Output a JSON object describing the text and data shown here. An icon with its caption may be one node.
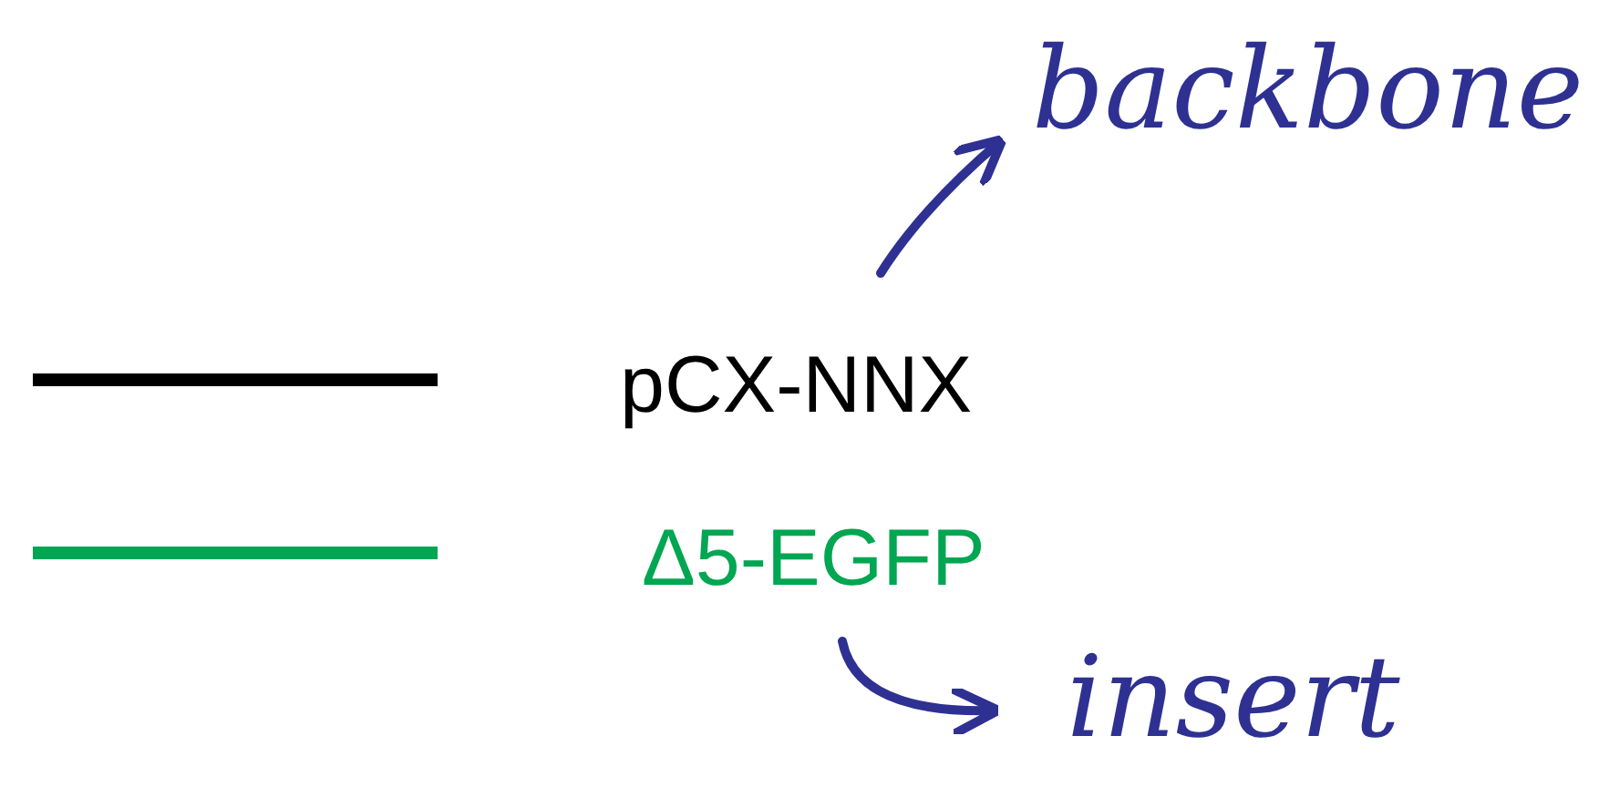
{
  "diagram": {
    "nodes": [
      {
        "text": [
          "backbone"
        ]
      },
      {
        "text": [
          "insert"
        ]
      }
    ],
    "edges": [
      {
        "from": null,
        "to": 0,
        "arrow": "to"
      },
      {
        "from": null,
        "to": 1,
        "arrow": "to"
      }
    ],
    "legend": [
      {
        "text": "pCX-NNX",
        "color": "#000000"
      },
      {
        "text": "Δ5-EGFP",
        "color": "#00a651"
      }
    ]
  }
}
